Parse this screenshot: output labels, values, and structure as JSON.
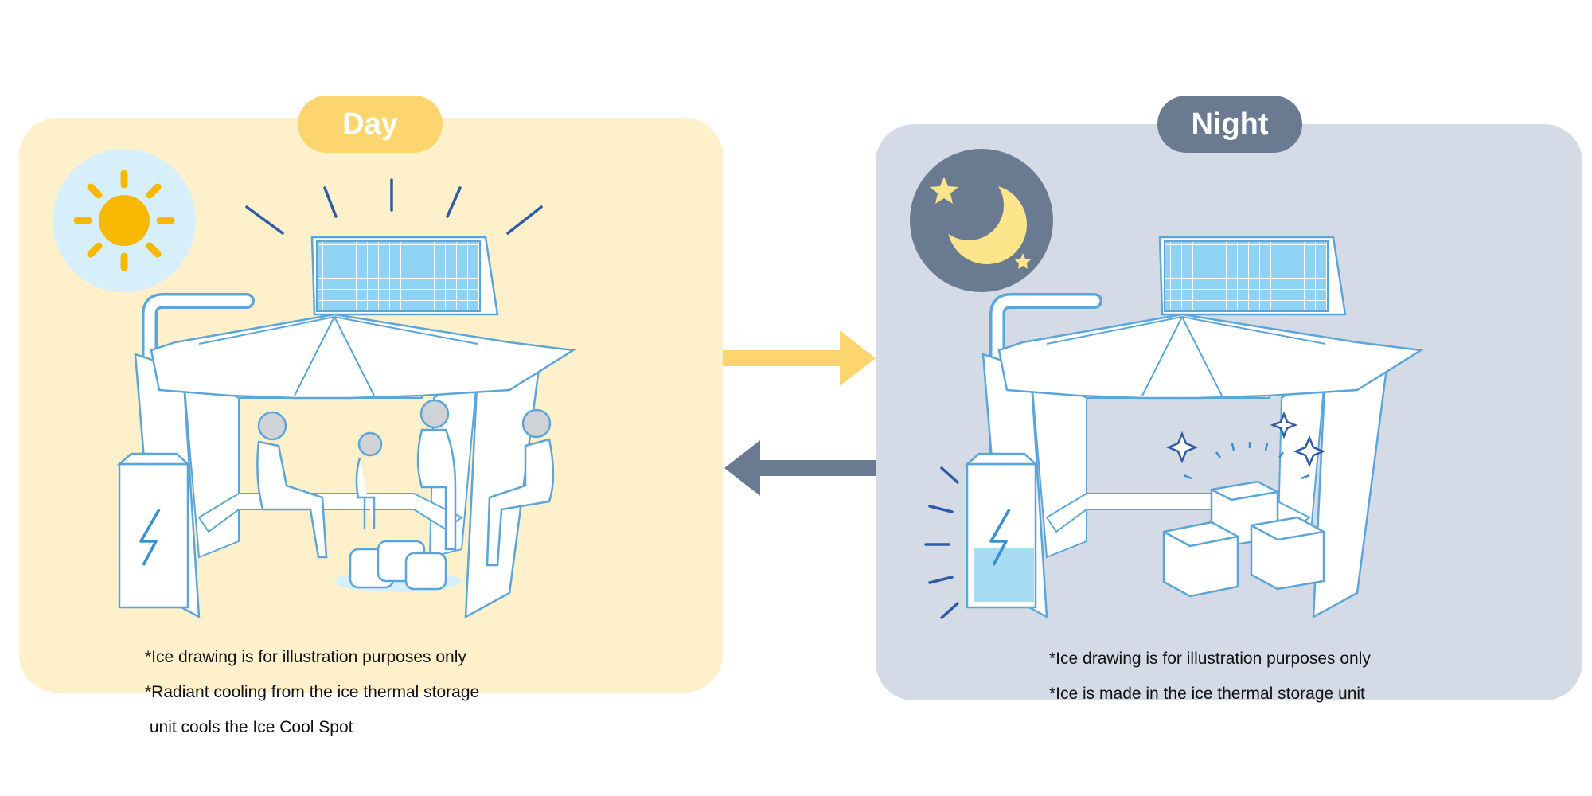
{
  "day": {
    "label": "Day",
    "notes": [
      "*Ice drawing is for illustration purposes only",
      "*Radiant cooling from the ice thermal storage",
      " unit cools the Ice Cool Spot"
    ]
  },
  "night": {
    "label": "Night",
    "notes": [
      "*Ice drawing is for illustration purposes only",
      "*Ice is made in the ice thermal storage unit"
    ]
  },
  "colors": {
    "day_panel": "#fdf0cb",
    "night_panel": "#d5dbe6",
    "day_accent": "#fcd56e",
    "night_accent": "#6a7b91",
    "outline": "#5aa6d8",
    "sun": "#f9b800"
  }
}
